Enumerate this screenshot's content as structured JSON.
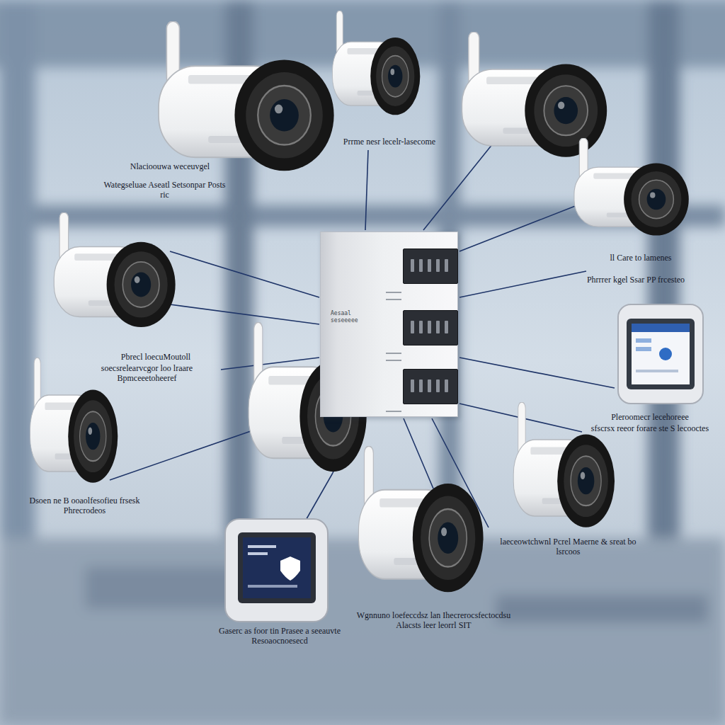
{
  "diagram": {
    "nodes": [
      {
        "text": [
          "Aesaal seseeeee"
        ]
      }
    ],
    "labels": [
      "Nlacioouwa weceuvgel",
      "Wategseluae Aseatl Setsonpar Posts ric",
      "Prrme nesr lecelr-lasecome",
      "ll Care to lamenes",
      "Phrrrer kgel Ssar PP frcesteo",
      "Pbrecl loecuMoutoll",
      "soecsrelearvcgor loo lraare Bpmceeetoheeref",
      "Dsoen ne B ooaolfesofieu frsesk Phrecrodeos",
      "Pleroomecr lecehoreee",
      "sfscrsx reeor forare ste S lecooctes",
      "laeceowtchwnl Pcrel Maerne & sreat bo lsrcoos",
      "Wgnnuno loefeccdsz lan Ihecrerocsfectocdsu Alacsts leer leorrl SIT",
      "Gaserc as foor tin Prasee a seeauvte Resoaocnoesecd"
    ]
  }
}
